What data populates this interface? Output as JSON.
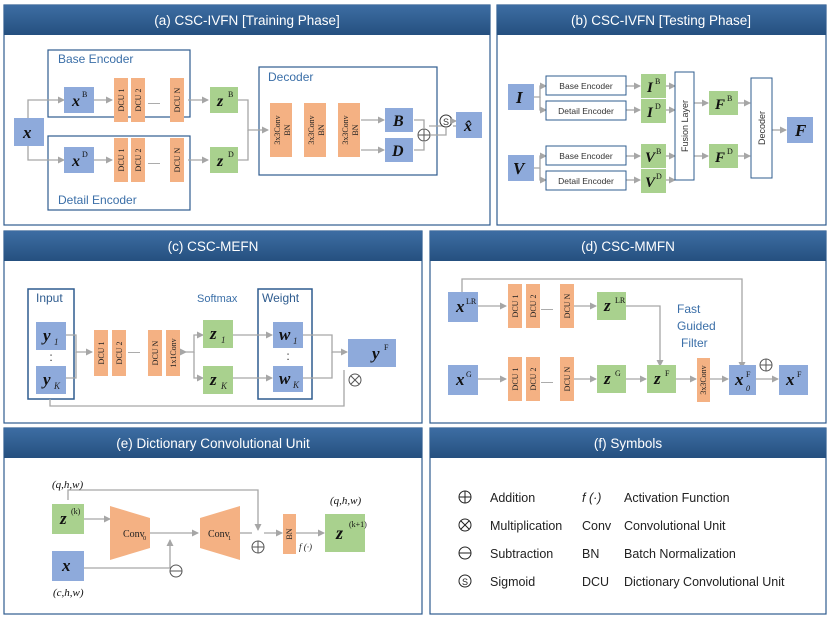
{
  "panels": {
    "a": {
      "title": "(a) CSC-IVFN [Training Phase]",
      "base_encoder": "Base Encoder",
      "detail_encoder": "Detail Encoder",
      "decoder": "Decoder",
      "x": "x",
      "xB_sup": "B",
      "xD_sup": "D",
      "zB": "z",
      "z_sup_B": "B",
      "z_sup_D": "D",
      "dcu1": "DCU 1",
      "dcu2": "DCU 2",
      "dcuN": "DCU N",
      "dots": "......",
      "conv_label1": "3x3Conv",
      "conv_label2": "BN",
      "B": "B",
      "D": "D",
      "xhat": "x̂"
    },
    "b": {
      "title": "(b) CSC-IVFN [Testing Phase]",
      "I": "I",
      "V": "V",
      "base_encoder": "Base Encoder",
      "detail_encoder": "Detail Encoder",
      "fusion_layer": "Fusion Layer",
      "decoder": "Decoder",
      "sup_B": "B",
      "sup_D": "D",
      "F": "F"
    },
    "c": {
      "title": "(c) CSC-MEFN",
      "input": "Input",
      "weight": "Weight",
      "softmax": "Softmax",
      "y": "y",
      "sub1": "1",
      "subK": "K",
      "z": "z",
      "w": "w",
      "conv1x1": "1x1Conv",
      "yF_sup": "F",
      "vdots": ":"
    },
    "d": {
      "title": "(d) CSC-MMFN",
      "sup_LR": "LR",
      "sup_G": "G",
      "sup_F": "F",
      "sub_0": "0",
      "fast_guided_filter": [
        "Fast",
        "Guided",
        "Filter"
      ],
      "conv3x3": "3x3Conv"
    },
    "e": {
      "title": "(e) Dictionary Convolutional Unit",
      "qhw_top": "(q,h,w)",
      "qhw_right": "(q,h,w)",
      "chw": "(c,h,w)",
      "z_sup_k": "(k)",
      "z_sup_k1": "(k+1)",
      "conv0": "Conv",
      "conv0_sub": "0",
      "conv1": "Conv",
      "conv1_sub": "1",
      "bn": "BN",
      "f": "f (·)"
    },
    "f": {
      "title": "(f) Symbols",
      "symbols": [
        {
          "glyph": "⊕",
          "label": "Addition"
        },
        {
          "glyph": "⊗",
          "label": "Multiplication"
        },
        {
          "glyph": "⊖",
          "label": "Subtraction"
        },
        {
          "glyph": "Ⓢ",
          "label": "Sigmoid"
        }
      ],
      "abbrevs": [
        {
          "abbr": "f (·)",
          "label": "Activation Function"
        },
        {
          "abbr": "Conv",
          "label": "Convolutional Unit"
        },
        {
          "abbr": "BN",
          "label": "Batch Normalization"
        },
        {
          "abbr": "DCU",
          "label": "Dictionary Convolutional Unit"
        }
      ]
    }
  },
  "colors": {
    "header": "#2f5c8f",
    "border": "#2f5c8f",
    "blue_box": "#8eaadb",
    "green_box": "#a9d18e",
    "orange_box": "#f4b183",
    "arrow": "#a6a6a6"
  }
}
